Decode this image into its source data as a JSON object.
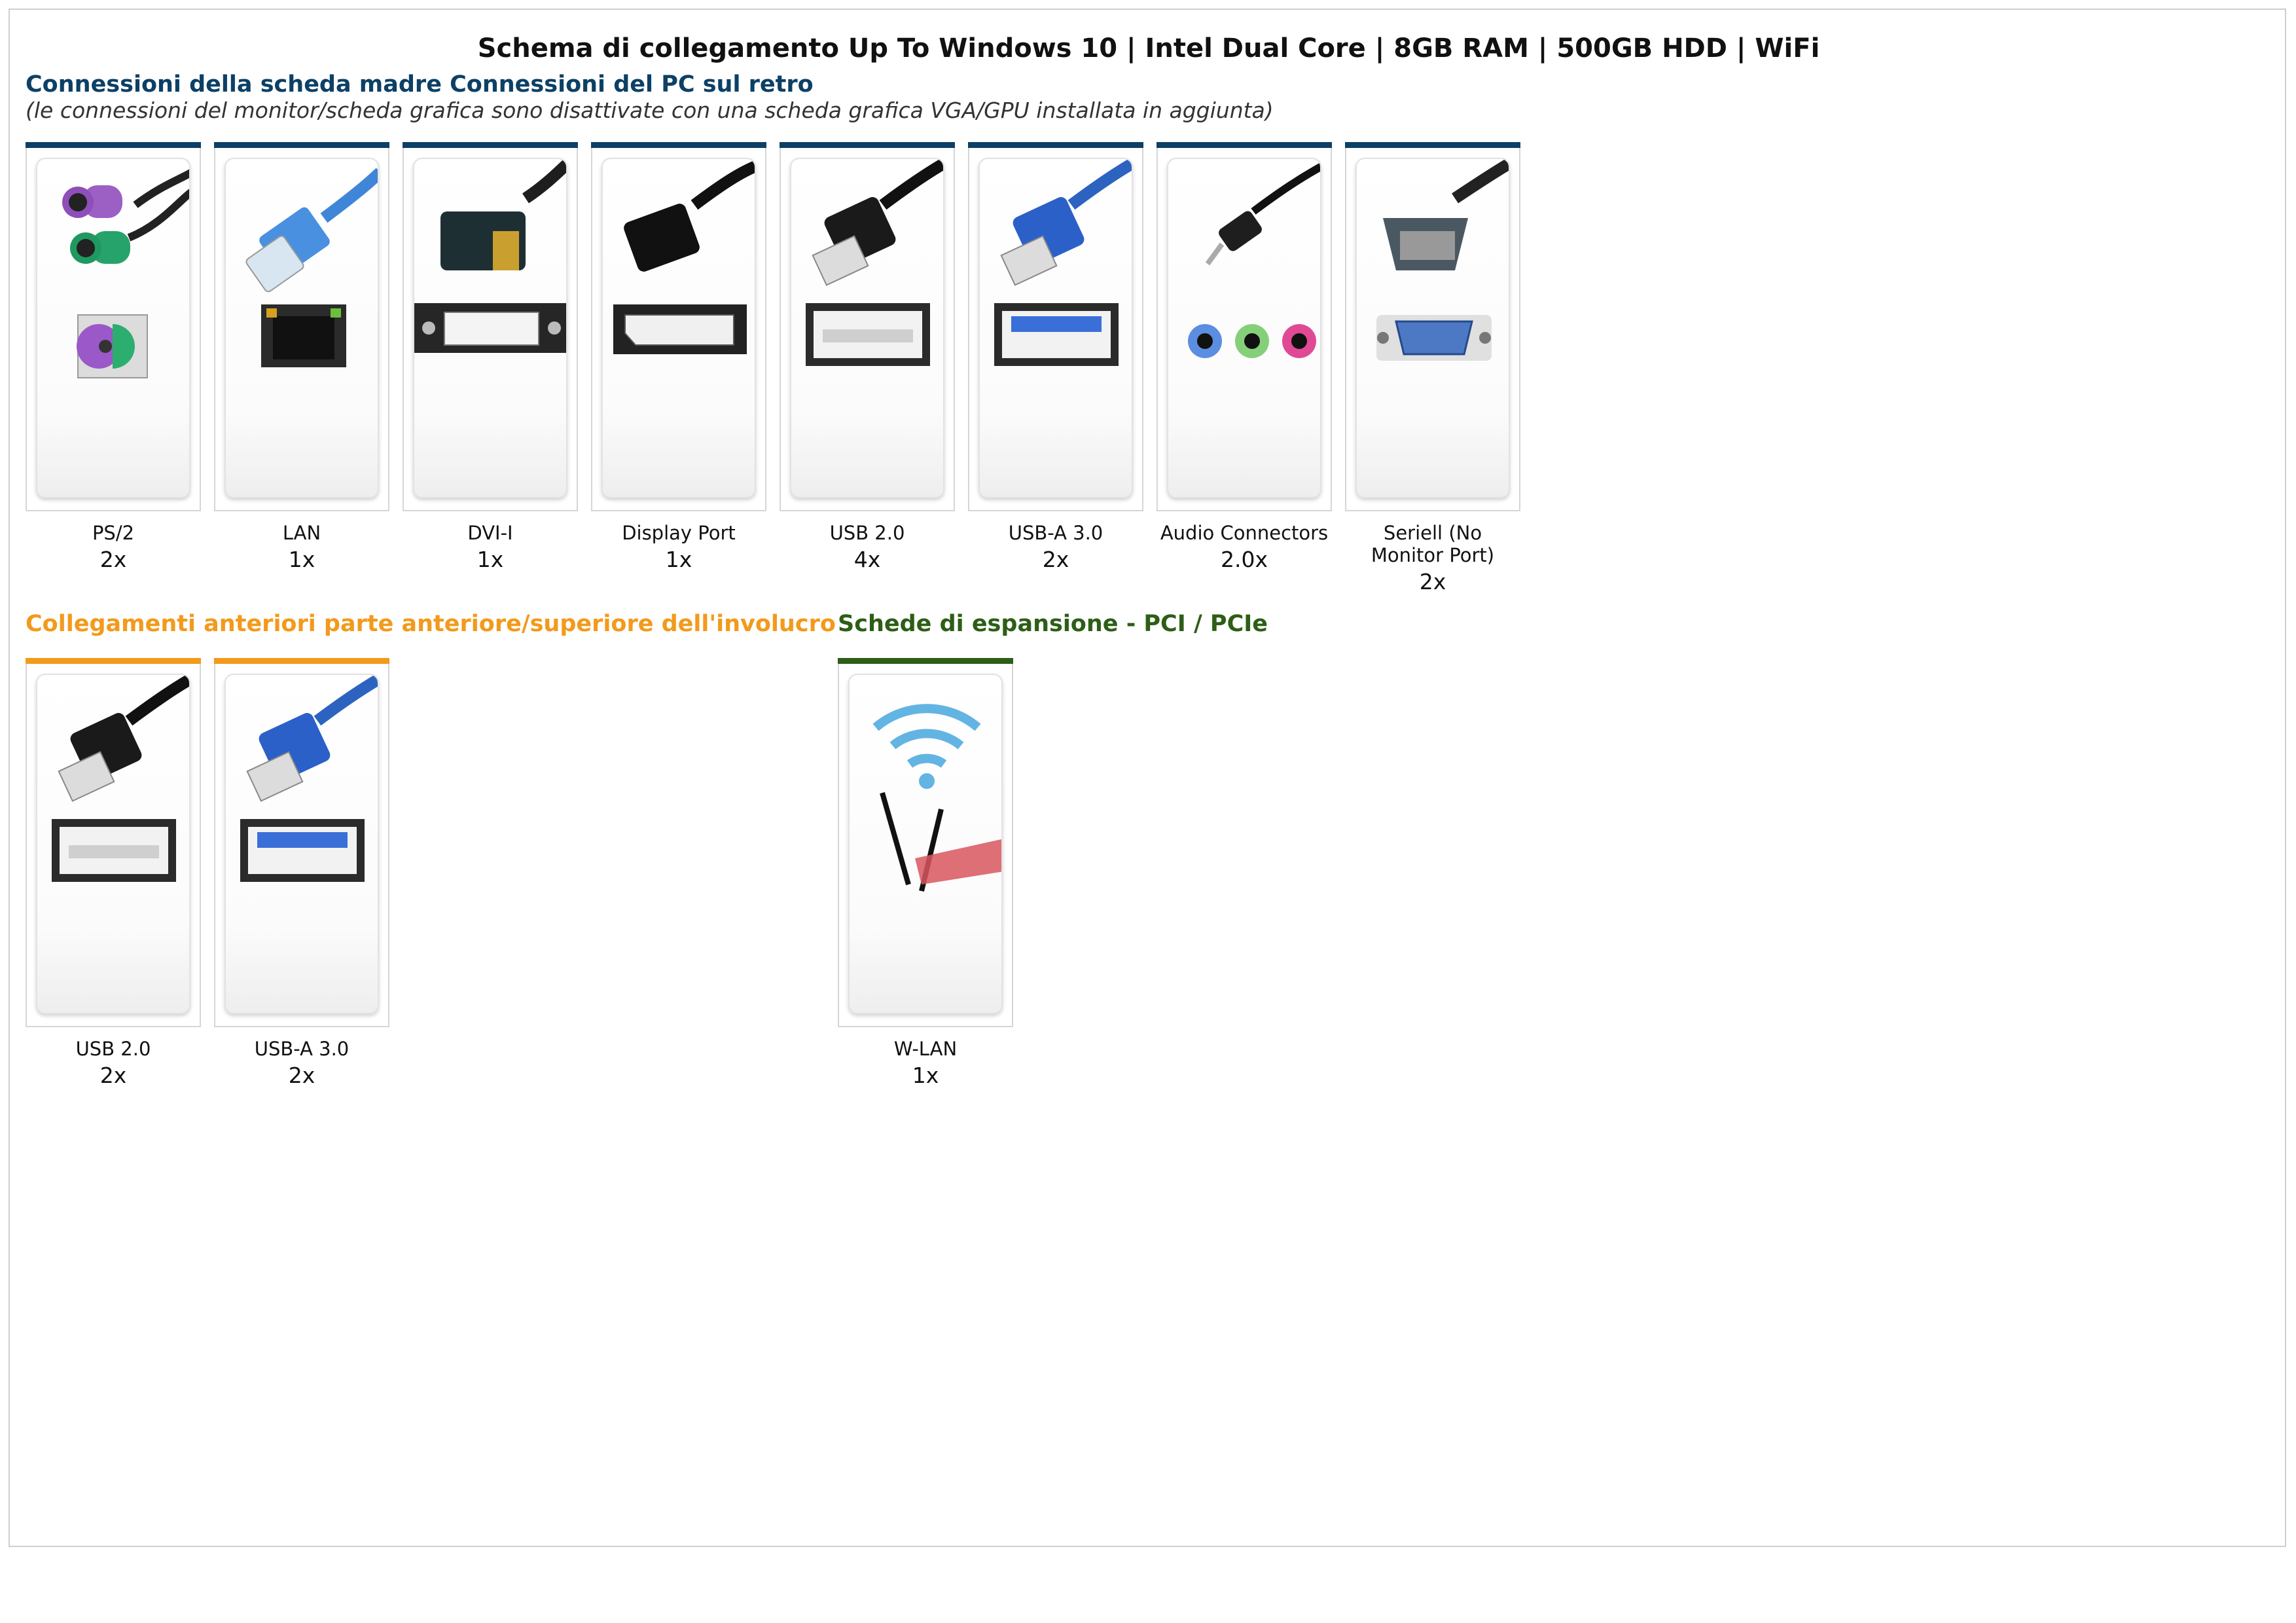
{
  "title": "Schema di collegamento Up To Windows 10 | Intel Dual Core | 8GB RAM | 500GB HDD | WiFi",
  "colors": {
    "rear": "#0c4066",
    "front": "#f29a1c",
    "expansion": "#2d5e17"
  },
  "rear": {
    "title": "Connessioni della scheda madre Connessioni del PC sul retro",
    "subtitle": "(le connessioni del monitor/scheda grafica sono disattivate con una scheda grafica VGA/GPU installata in aggiunta)",
    "ports": [
      {
        "label": "PS/2",
        "count": "2x",
        "icon": "ps2-connector-icon"
      },
      {
        "label": "LAN",
        "count": "1x",
        "icon": "lan-connector-icon"
      },
      {
        "label": "DVI-I",
        "count": "1x",
        "icon": "dvi-connector-icon"
      },
      {
        "label": "Display Port",
        "count": "1x",
        "icon": "displayport-connector-icon"
      },
      {
        "label": "USB 2.0",
        "count": "4x",
        "icon": "usb2-connector-icon"
      },
      {
        "label": "USB-A 3.0",
        "count": "2x",
        "icon": "usb3-connector-icon"
      },
      {
        "label": "Audio Connectors",
        "count": "2.0x",
        "icon": "audio-jack-icon"
      },
      {
        "label": "Seriell (No Monitor Port)",
        "count": "2x",
        "icon": "serial-connector-icon"
      }
    ]
  },
  "front": {
    "title": "Collegamenti anteriori parte anteriore/superiore dell'involucro",
    "ports": [
      {
        "label": "USB 2.0",
        "count": "2x",
        "icon": "usb2-connector-icon"
      },
      {
        "label": "USB-A 3.0",
        "count": "2x",
        "icon": "usb3-connector-icon"
      }
    ]
  },
  "expansion": {
    "title": "Schede di espansione - PCI / PCIe",
    "ports": [
      {
        "label": "W-LAN",
        "count": "1x",
        "icon": "wifi-card-icon"
      }
    ]
  }
}
